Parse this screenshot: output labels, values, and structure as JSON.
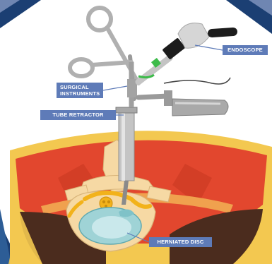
{
  "labels": {
    "endoscope": "ENDOSCOPE",
    "surgical_instruments": "SURGICAL\nINSTRUMENTS",
    "tube_retractor": "TUBE RETRACTOR",
    "herniated_disc": "HERNIATED DISC"
  },
  "colors": {
    "label_background": "#5e7bb8",
    "frame_navy": "#1b3f73",
    "skin": "#f3c850",
    "muscle": "#e2472e",
    "fat": "#f0a14e",
    "bone": "#f6d9a4",
    "disc": "#9fd3d6",
    "nerve": "#f2b21b",
    "instrument_metal": "#b9b9b9",
    "endoscope_green": "#3dbb4a"
  }
}
